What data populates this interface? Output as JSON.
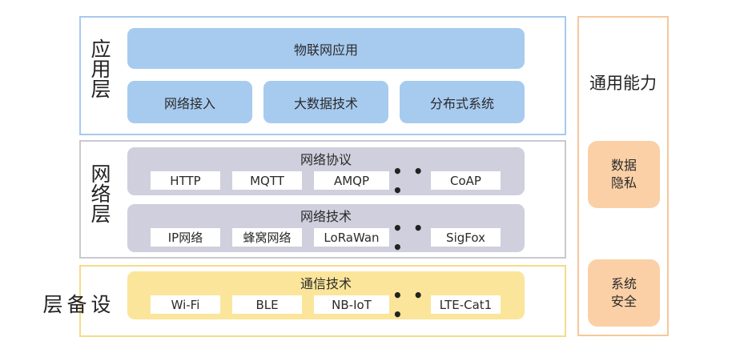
{
  "layers": {
    "app": {
      "label": "应用层",
      "top_box": "物联网应用",
      "boxes": [
        "网络接入",
        "大数据技术",
        "分布式系统"
      ]
    },
    "network": {
      "label": "网络层",
      "groups": [
        {
          "title": "网络协议",
          "tags": [
            "HTTP",
            "MQTT",
            "AMQP",
            "CoAP"
          ],
          "ellipsis": "..."
        },
        {
          "title": "网络技术",
          "tags": [
            "IP网络",
            "蜂窝网络",
            "LoRaWan",
            "SigFox"
          ],
          "ellipsis": "..."
        }
      ]
    },
    "device": {
      "label": "设备层",
      "groups": [
        {
          "title": "通信技术",
          "tags": [
            "Wi-Fi",
            "BLE",
            "NB-IoT",
            "LTE-Cat1"
          ],
          "ellipsis": "..."
        }
      ]
    }
  },
  "common": {
    "title": "通用能力",
    "items": [
      {
        "line1": "数据",
        "line2": "隐私"
      },
      {
        "line1": "系统",
        "line2": "安全"
      }
    ]
  },
  "colors": {
    "app_frame": "#a8c9ee",
    "app_fill": "#a7cbef",
    "net_frame": "#c9c9cf",
    "net_fill": "#cfcfdd",
    "dev_frame": "#f5dc8a",
    "dev_fill": "#fbe59a",
    "cap_frame": "#f6c89c",
    "cap_fill": "#fbd0a6"
  }
}
